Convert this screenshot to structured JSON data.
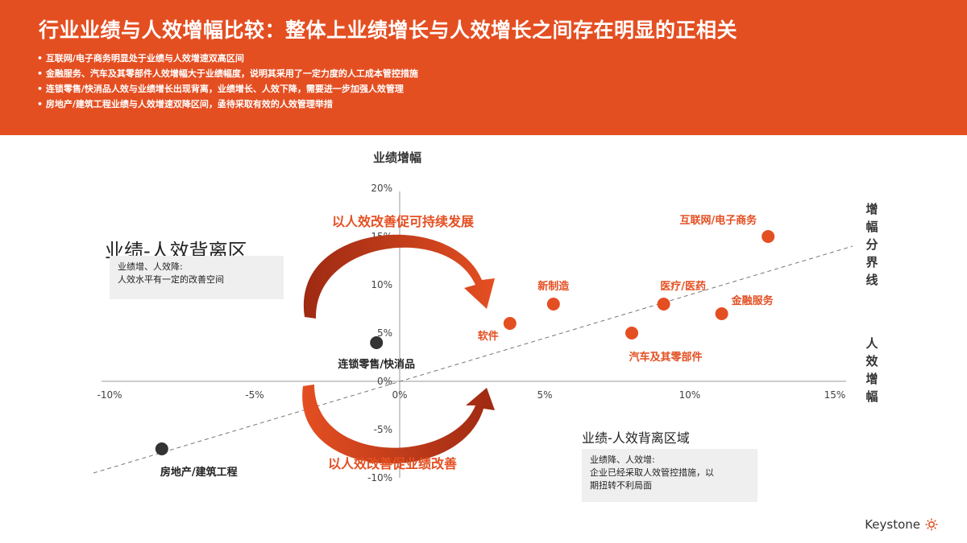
{
  "header": {
    "title": "行业业绩与人效增幅比较：整体上业绩增长与人效增长之间存在明显的正相关",
    "bullets": [
      "互联网/电子商务明显处于业绩与人效增速双高区间",
      "金融服务、汽车及其零部件人效增幅大于业绩幅度，说明其采用了一定力度的人工成本管控措施",
      "连锁零售/快消品人效与业绩增长出现背离，业绩增长、人效下降，需要进一步加强人效管理",
      "房地产/建筑工程业绩与人效增速双降区间，亟待采取有效的人效管理举措"
    ]
  },
  "zones": {
    "upper_left_title": "业绩-人效背离区",
    "upper_left_note": [
      "业绩增、人效降:",
      "人效水平有一定的改善空间"
    ],
    "lower_right_title": "业绩-人效背离区域",
    "lower_right_note": [
      "业绩降、人效增:",
      "企业已经采取人效管控措施，以",
      "期扭转不利局面"
    ]
  },
  "logo": {
    "text": "Keystone",
    "icon": "sun-icon"
  },
  "colors": {
    "accent": "#e44f22",
    "dark_point": "#333333",
    "axis": "#999999"
  },
  "chart_data": {
    "type": "scatter",
    "xlabel": "人效增幅",
    "ylabel": "业绩增幅",
    "xlim": [
      -10,
      15
    ],
    "ylim": [
      -10,
      20
    ],
    "x_ticks": [
      "-10%",
      "-5%",
      "0%",
      "5%",
      "10%",
      "15%"
    ],
    "y_ticks": [
      "20%",
      "15%",
      "10%",
      "5%",
      "0%",
      "-5%",
      "-10%"
    ],
    "boundary_label": "增幅分界线",
    "arrows": {
      "top": "以人效改善促可持续发展",
      "bottom": "以人效改善促业绩改善"
    },
    "points": [
      {
        "name": "互联网/电子商务",
        "x": 12.7,
        "y": 15.0,
        "color": "#e44f22"
      },
      {
        "name": "医疗/医药",
        "x": 9.1,
        "y": 8.0,
        "color": "#e44f22"
      },
      {
        "name": "金融服务",
        "x": 11.1,
        "y": 7.0,
        "color": "#e44f22"
      },
      {
        "name": "新制造",
        "x": 5.3,
        "y": 8.0,
        "color": "#e44f22"
      },
      {
        "name": "软件",
        "x": 3.8,
        "y": 6.0,
        "color": "#e44f22"
      },
      {
        "name": "汽车及其零部件",
        "x": 8.0,
        "y": 5.0,
        "color": "#e44f22"
      },
      {
        "name": "连锁零售/快消品",
        "x": -0.8,
        "y": 4.0,
        "color": "#333333"
      },
      {
        "name": "房地产/建筑工程",
        "x": -8.2,
        "y": -7.0,
        "color": "#333333"
      }
    ]
  }
}
